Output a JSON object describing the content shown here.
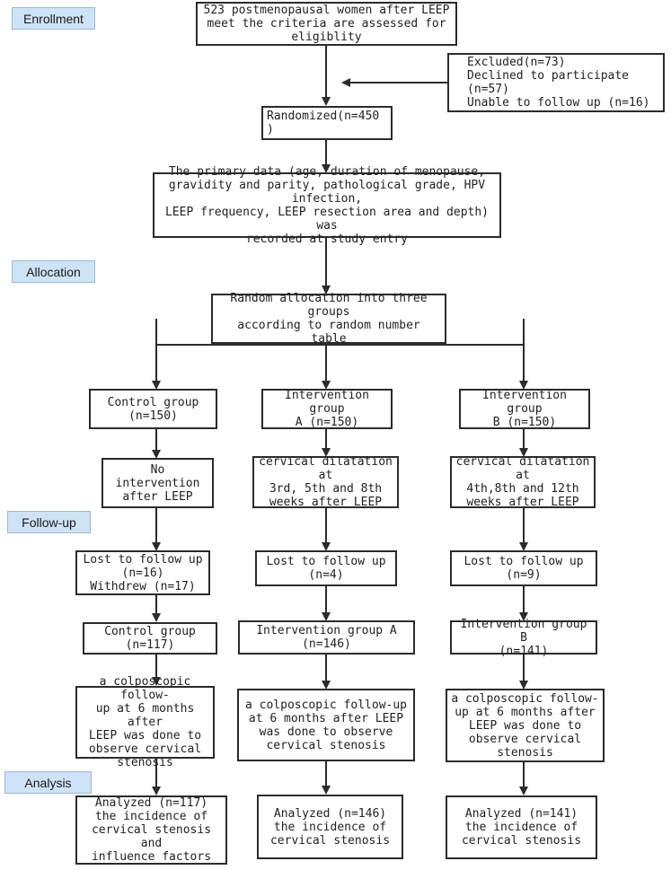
{
  "stages": {
    "enrollment": "Enrollment",
    "allocation": "Allocation",
    "followup": "Follow-up",
    "analysis": "Analysis"
  },
  "enroll": {
    "screened": "523 postmenopausal women after LEEP\nmeet the criteria are assessed for\neligiblity",
    "excluded": "Excluded(n=73)\n   Declined to participate\n   (n=57)\n   Unable to follow up (n=16)",
    "randomized": "Randomized(n=450\n)",
    "primary_data": "The primary data (age, duration of menopause,\ngravidity and parity, pathological grade, HPV infection,\nLEEP frequency, LEEP resection area and depth) was\nrecorded at study entry"
  },
  "allocation_box": "Random allocation into three groups\naccording to random number table",
  "groups": {
    "control": {
      "group": "Control group\n(n=150)",
      "intervention": "No\nintervention\nafter LEEP",
      "lost": "Lost to follow up\n(n=16)\nWithdrew (n=17)",
      "remaining": "Control group\n(n=117)",
      "followup": "a colposcopic follow-\nup at 6 months after\nLEEP was done to\nobserve cervical\nstenosis",
      "analyzed": "Analyzed   (n=117)\nthe incidence of\ncervical stenosis and\ninfluence factors"
    },
    "a": {
      "group": "Intervention group\nA (n=150)",
      "intervention": "cervical dilatation at\n3rd, 5th and 8th\nweeks after LEEP",
      "lost": "Lost to follow up\n(n=4)",
      "remaining": "Intervention group A\n(n=146)",
      "followup": "a colposcopic follow-up\nat 6 months after LEEP\nwas done to observe\ncervical stenosis",
      "analyzed": "Analyzed   (n=146)\nthe incidence of\ncervical stenosis"
    },
    "b": {
      "group": "Intervention group\nB (n=150)",
      "intervention": "cervical dilatation at\n4th,8th and 12th\nweeks  after LEEP",
      "lost": "Lost to follow up\n(n=9)",
      "remaining": "Intervention group B\n(n=141)",
      "followup": "a colposcopic follow-\nup at 6 months after\nLEEP was done to\nobserve cervical\nstenosis",
      "analyzed": "Analyzed  (n=141)\nthe incidence of\ncervical stenosis"
    }
  },
  "colors": {
    "stage_fill": "#cfe3f6",
    "border": "#2b2b2b",
    "arrow": "#2b2b2b"
  }
}
